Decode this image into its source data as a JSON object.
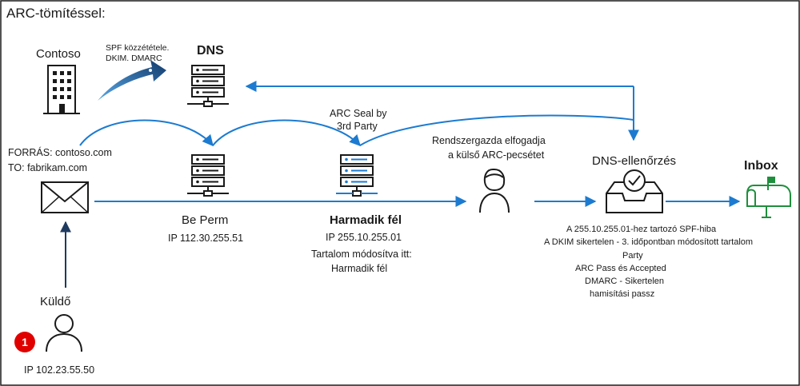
{
  "title": "ARC-tömítéssel:",
  "colors": {
    "accent": "#1c7bd0",
    "dark": "#1a1a1a",
    "inbox_green": "#1e8f3c",
    "badge_red": "#e00000"
  },
  "contoso": {
    "label": "Contoso"
  },
  "spf_publish": {
    "line1": "SPF közzététele.",
    "line2": "DKIM. DMARC"
  },
  "dns": {
    "label": "DNS"
  },
  "source": {
    "from": "FORRÁS: contoso.com",
    "to": "TO: fabrikam.com"
  },
  "arc_seal": {
    "line1": "ARC Seal by",
    "line2": "3rd Party"
  },
  "server1": {
    "name": "Be   Perm",
    "ip": "IP 112.30.255.51"
  },
  "server2": {
    "name": "Harmadik fél",
    "ip": "IP 255.10.255.01",
    "note1": "Tartalom módosítva itt:",
    "note2": "Harmadik fél"
  },
  "admin": {
    "line1": "Rendszergazda elfogadja",
    "line2": "a külső ARC-pecsétet"
  },
  "dns_check": {
    "label": "DNS-ellenőrzés",
    "results": [
      "A 255.10.255.01-hez tartozó SPF-hiba",
      "A DKIM sikertelen - 3. időpontban módosított tartalom",
      "Party",
      "ARC Pass és Accepted",
      "DMARC - Sikertelen",
      "hamisítási passz"
    ]
  },
  "inbox": {
    "label": "Inbox"
  },
  "sender": {
    "label": "Küldő",
    "ip": "IP 102.23.55.50",
    "step": "1"
  }
}
